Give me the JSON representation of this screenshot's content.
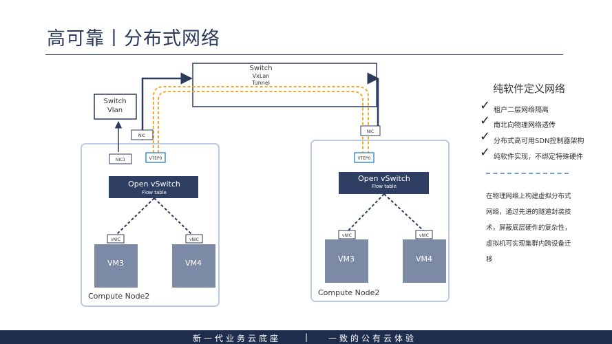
{
  "title": "高可靠丨分布式网络",
  "diagram": {
    "switch_vlan": [
      "Switch",
      "Vlan"
    ],
    "switch_vxlan": [
      "Switch",
      "VxLan",
      "Tunnel"
    ],
    "nic": "NIC",
    "nic1": "NIC1",
    "vtep0": "VTEP0",
    "ovs_title": "Open vSwitch",
    "ovs_sub": "Flow table",
    "vnic": "vNIC",
    "vm3": "VM3",
    "vm4": "VM4",
    "node_label": "Compute Node2"
  },
  "sidebar": {
    "title": "纯软件定义网络",
    "check_glyph": "✓",
    "features": [
      "租户二层网络隔离",
      "南北向物理网络透传",
      "分布式高可用SDN控制器架构",
      "纯软件实现，不绑定特殊硬件"
    ],
    "description": [
      "在物理网络上构建虚拟分布式",
      "网络，通过先进的隧道封装技",
      "术，屏蔽底层硬件的复杂性，",
      "虚拟机可实现集群内跨设备迁",
      "移"
    ]
  },
  "footer": {
    "left": "新一代业务云底座",
    "separator": "|",
    "right": "一致的公有云体验"
  },
  "colors": {
    "navy": "#2b3a5c",
    "node_border": "#b9cbe6",
    "vm_fill": "#7d8aa6",
    "dash_orange": "#f5a623",
    "footer_bg": "#1f2d4d",
    "vtep_border": "#3b8fd0"
  }
}
